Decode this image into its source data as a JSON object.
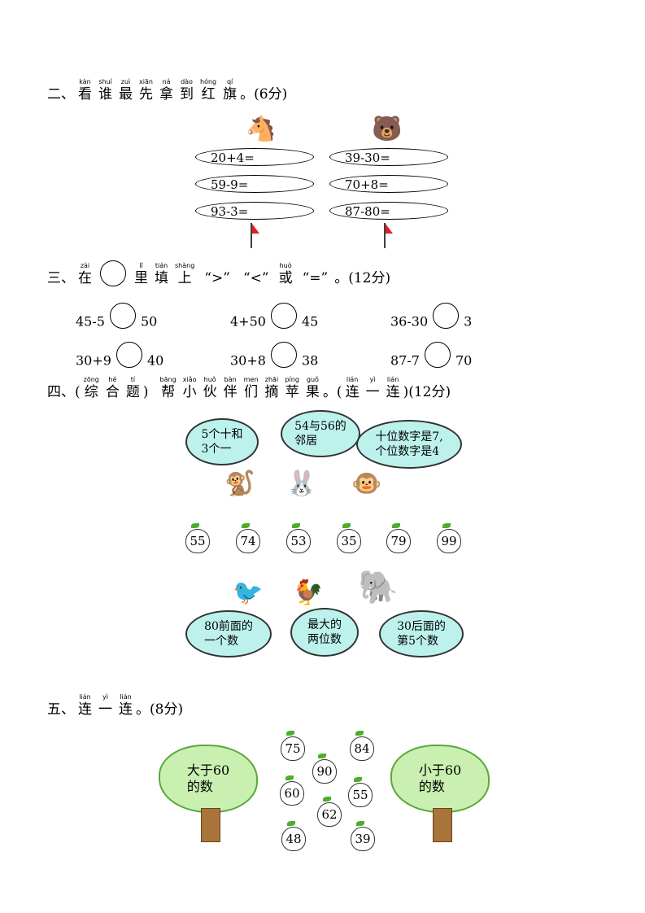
{
  "s2": {
    "num": "二、",
    "chars": [
      {
        "c": "看",
        "p": "kàn"
      },
      {
        "c": "谁",
        "p": "shuí"
      },
      {
        "c": "最",
        "p": "zuì"
      },
      {
        "c": "先",
        "p": "xiān"
      },
      {
        "c": "拿",
        "p": "ná"
      },
      {
        "c": "到",
        "p": "dào"
      },
      {
        "c": "红",
        "p": "hóng"
      },
      {
        "c": "旗",
        "p": "qí"
      }
    ],
    "tail": "。(6分)",
    "left": [
      "20+4=",
      "59-9=",
      "93-3="
    ],
    "right": [
      "39-30=",
      "70+8=",
      "87-80="
    ]
  },
  "s3": {
    "num": "三、",
    "c1": {
      "c": "在",
      "p": "zài"
    },
    "chars": [
      {
        "c": "里",
        "p": "lǐ"
      },
      {
        "c": "填",
        "p": "tián"
      },
      {
        "c": "上",
        "p": "shàng"
      }
    ],
    "q1": "“>”",
    "q2": "“<”",
    "or": {
      "c": "或",
      "p": "huò"
    },
    "q3": "“=”",
    "tail": "。(12分)",
    "items": [
      [
        "45-5",
        "50"
      ],
      [
        "4+50",
        "45"
      ],
      [
        "36-30",
        "3"
      ],
      [
        "30+9",
        "40"
      ],
      [
        "30+8",
        "38"
      ],
      [
        "87-7",
        "70"
      ]
    ]
  },
  "s4": {
    "num": "四、",
    "open": "(",
    "chars1": [
      {
        "c": "综",
        "p": "zōng"
      },
      {
        "c": "合",
        "p": "hé"
      },
      {
        "c": "题",
        "p": "tí"
      }
    ],
    "close": ")",
    "chars2": [
      {
        "c": "帮",
        "p": "bāng"
      },
      {
        "c": "小",
        "p": "xiǎo"
      },
      {
        "c": "伙",
        "p": "huǒ"
      },
      {
        "c": "伴",
        "p": "bàn"
      },
      {
        "c": "们",
        "p": "men"
      },
      {
        "c": "摘",
        "p": "zhāi"
      },
      {
        "c": "苹",
        "p": "píng"
      },
      {
        "c": "果",
        "p": "guǒ"
      }
    ],
    "mid": "。(",
    "chars3": [
      {
        "c": "连",
        "p": "lián"
      },
      {
        "c": "一",
        "p": "yì"
      },
      {
        "c": "连",
        "p": "lián"
      }
    ],
    "tail": ")(12分)",
    "top_bubbles": [
      [
        "5个十和",
        "3个一"
      ],
      [
        "54与56的",
        "邻居"
      ],
      [
        "十位数字是7,",
        "个位数字是4"
      ]
    ],
    "apples": [
      "55",
      "74",
      "53",
      "35",
      "79",
      "99"
    ],
    "bottom_bubbles": [
      [
        "80前面的",
        "一个数"
      ],
      [
        "最大的",
        "两位数"
      ],
      [
        "30后面的",
        "第5个数"
      ]
    ]
  },
  "s5": {
    "num": "五、",
    "chars": [
      {
        "c": "连",
        "p": "lián"
      },
      {
        "c": "一",
        "p": "yì"
      },
      {
        "c": "连",
        "p": "lián"
      }
    ],
    "tail": "。(8分)",
    "left_tree": [
      "大于60",
      "的数"
    ],
    "right_tree": [
      "小于60",
      "的数"
    ],
    "apples": [
      "75",
      "84",
      "90",
      "60",
      "55",
      "62",
      "48",
      "39"
    ]
  }
}
